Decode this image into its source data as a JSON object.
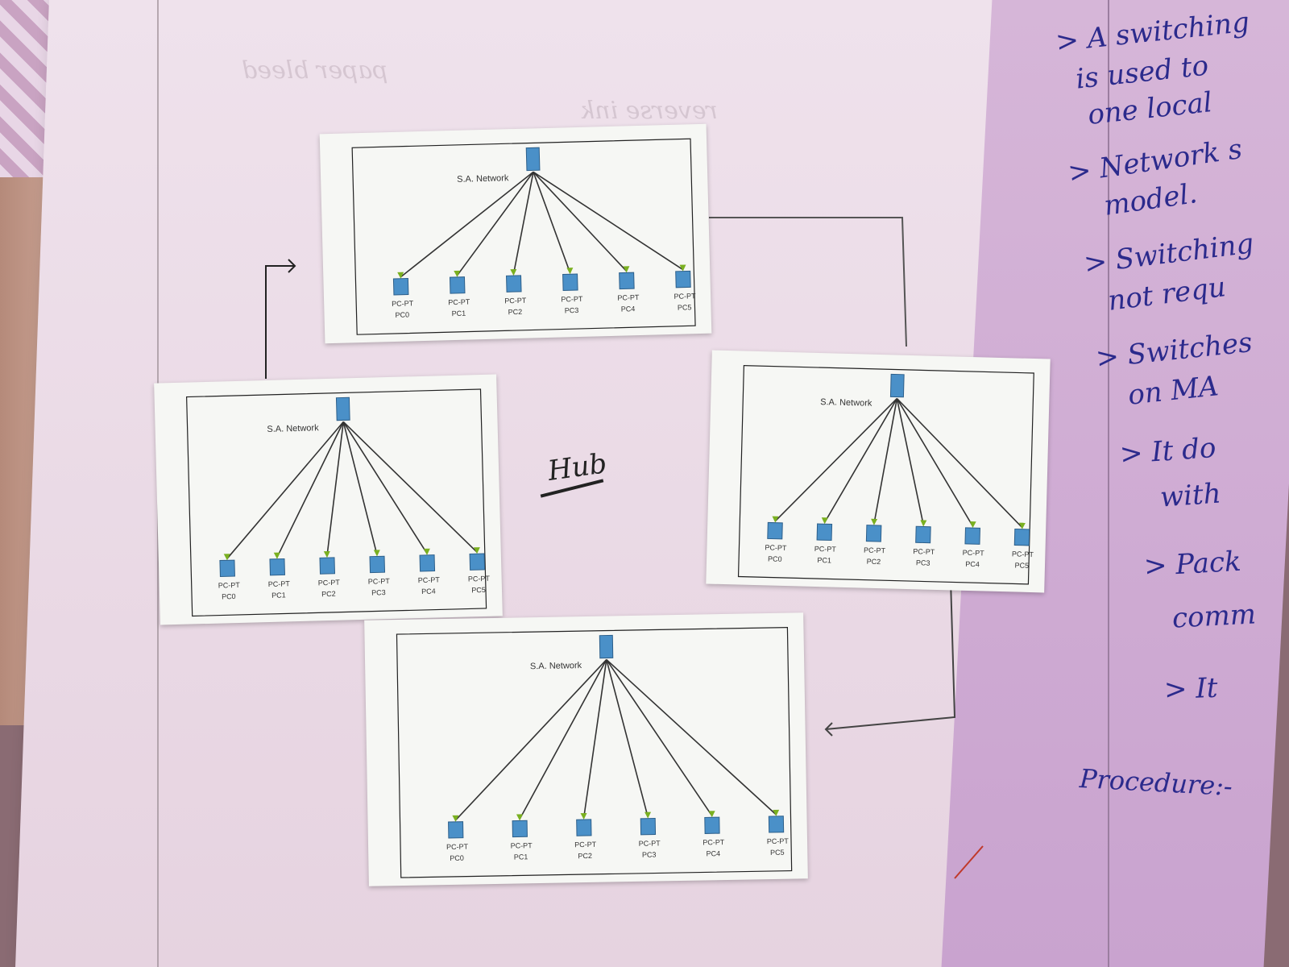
{
  "network_label": "S.A. Network",
  "hub_label": "Hub",
  "procedure_label": "Procedure:-",
  "pc_type": "PC-PT",
  "pcs": [
    "PC0",
    "PC1",
    "PC2",
    "PC3",
    "PC4",
    "PC5"
  ],
  "right_page_notes": [
    "> A switching",
    "is used to",
    "one local",
    "> Network s",
    "model.",
    "> Switching",
    "not requ",
    "> Switches",
    "on MA",
    "> It do",
    "with",
    "> Pack",
    "comm",
    "> It"
  ],
  "colors": {
    "ink_blue": "#2b2a8c",
    "link_green": "#7ab020",
    "device_blue": "#4a90c8"
  },
  "icons": [
    "switch-icon",
    "pc-icon",
    "envelope-icon",
    "arrow-icon"
  ]
}
